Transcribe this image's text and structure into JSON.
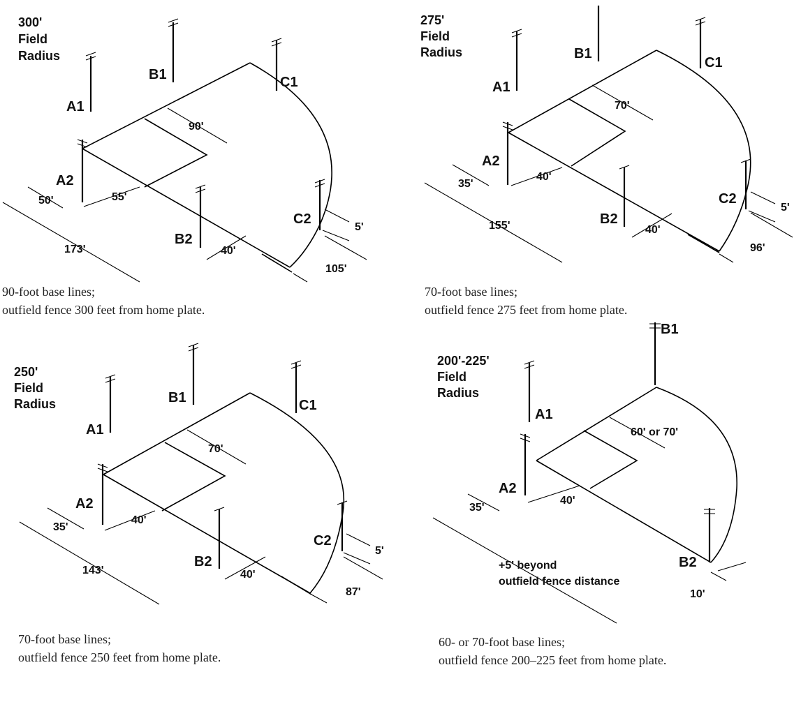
{
  "panels": [
    {
      "radius_label": [
        "300'",
        "Field",
        "Radius"
      ],
      "poles": [
        "A1",
        "B1",
        "C1",
        "A2",
        "B2",
        "C2"
      ],
      "dims": {
        "base": "90'",
        "a2_off": "50'",
        "a2_along": "55'",
        "side_len": "173'",
        "b2_off": "40'",
        "c2_off": "5'",
        "c2_len": "105'"
      },
      "caption": [
        "90-foot base lines;",
        "outfield fence 300 feet from home plate."
      ]
    },
    {
      "radius_label": [
        "275'",
        "Field",
        "Radius"
      ],
      "poles": [
        "A1",
        "B1",
        "C1",
        "A2",
        "B2",
        "C2"
      ],
      "dims": {
        "base": "70'",
        "a2_off": "35'",
        "a2_along": "40'",
        "side_len": "155'",
        "b2_off": "40'",
        "c2_off": "5'",
        "c2_len": "96'"
      },
      "caption": [
        "70-foot base lines;",
        "outfield fence 275 feet from home plate."
      ]
    },
    {
      "radius_label": [
        "250'",
        "Field",
        "Radius"
      ],
      "poles": [
        "A1",
        "B1",
        "C1",
        "A2",
        "B2",
        "C2"
      ],
      "dims": {
        "base": "70'",
        "a2_off": "35'",
        "a2_along": "40'",
        "side_len": "143'",
        "b2_off": "40'",
        "c2_off": "5'",
        "c2_len": "87'"
      },
      "caption": [
        "70-foot base lines;",
        "outfield fence 250 feet from home plate."
      ]
    },
    {
      "radius_label": [
        "200'-225'",
        "Field",
        "Radius"
      ],
      "poles": [
        "A1",
        "B1",
        "A2",
        "B2"
      ],
      "dims": {
        "base": "60' or 70'",
        "a2_off": "35'",
        "a2_along": "40'",
        "side_len_1": "+5' beyond",
        "side_len_2": "outfield fence distance",
        "b2_off": "10'"
      },
      "caption": [
        "60- or 70-foot base lines;",
        "outfield fence 200–225 feet from home plate."
      ]
    }
  ]
}
